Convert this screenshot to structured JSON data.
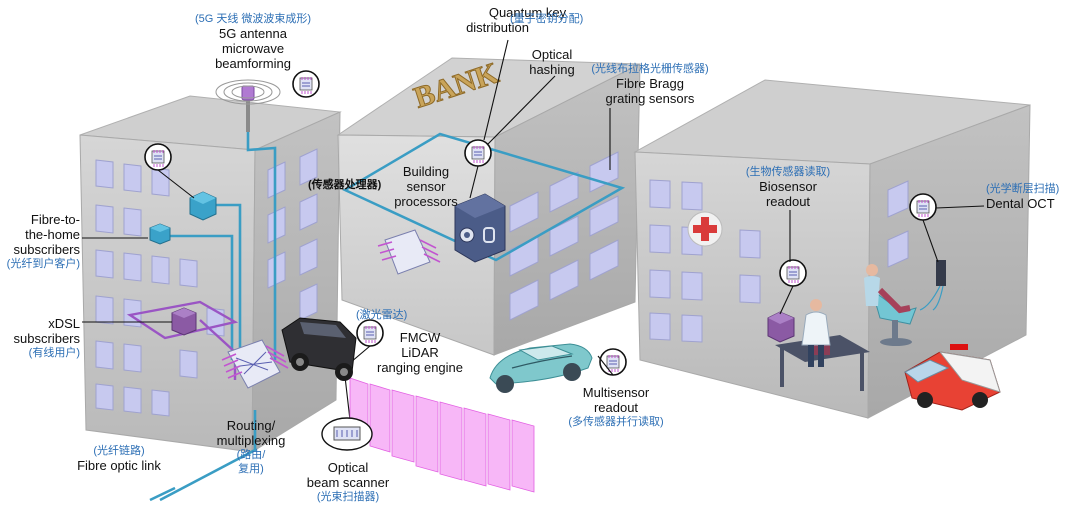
{
  "colors": {
    "fibre": "#3a9dc4",
    "purple_route": "#9a55c4",
    "chinese_label": "#2d6fb5",
    "building": "#c9c9c9",
    "window": "#c7c9ef",
    "beam": "#f07cf0"
  },
  "icons": [
    "chip-icon",
    "antenna-icon",
    "car-icon",
    "ambulance-icon",
    "red-cross-icon",
    "bank-sign-icon",
    "safe-icon"
  ],
  "labels": {
    "antenna": {
      "cn": "(5G 天线 微波波束成形)",
      "l1": "5G antenna",
      "l2": "microwave",
      "l3": "beamforming"
    },
    "qkd": {
      "l1": "Quantum key",
      "l2": "distribution",
      "cn": "(量子密钥分配)"
    },
    "hashing": {
      "l1": "Optical",
      "l2": "hashing"
    },
    "fbg": {
      "cn": "(光线布拉格光栅传感器)",
      "l1": "Fibre Bragg",
      "l2": "grating sensors"
    },
    "building_sensor": {
      "cn": "(传感器处理器)",
      "l1": "Building",
      "l2": "sensor",
      "l3": "processors"
    },
    "ftth": {
      "l1": "Fibre-to-",
      "l2": "the-home",
      "l3": "subscribers",
      "cn": "(光纤到户客户)"
    },
    "xdsl": {
      "l1": "xDSL",
      "l2": "subscribers",
      "cn": "(有线用户)"
    },
    "biosensor": {
      "cn": "(生物传感器读取)",
      "l1": "Biosensor",
      "l2": "readout"
    },
    "oct": {
      "cn": "(光学断层扫描)",
      "l1": "Dental OCT"
    },
    "lidar": {
      "cn": "(激光雷达)",
      "l1": "FMCW",
      "l2": "LiDAR",
      "l3": "ranging engine"
    },
    "multisensor": {
      "l1": "Multisensor",
      "l2": "readout",
      "cn": "(多传感器并行读取)"
    },
    "routing": {
      "l1": "Routing/",
      "l2": "multiplexing",
      "cn1": "(路由/",
      "cn2": "复用)"
    },
    "fibre_link": {
      "cn": "(光纤链路)",
      "l1": "Fibre optic link"
    },
    "beam_scanner": {
      "l1": "Optical",
      "l2": "beam scanner",
      "cn": "(光束扫描器)"
    },
    "bank": "BANK"
  }
}
